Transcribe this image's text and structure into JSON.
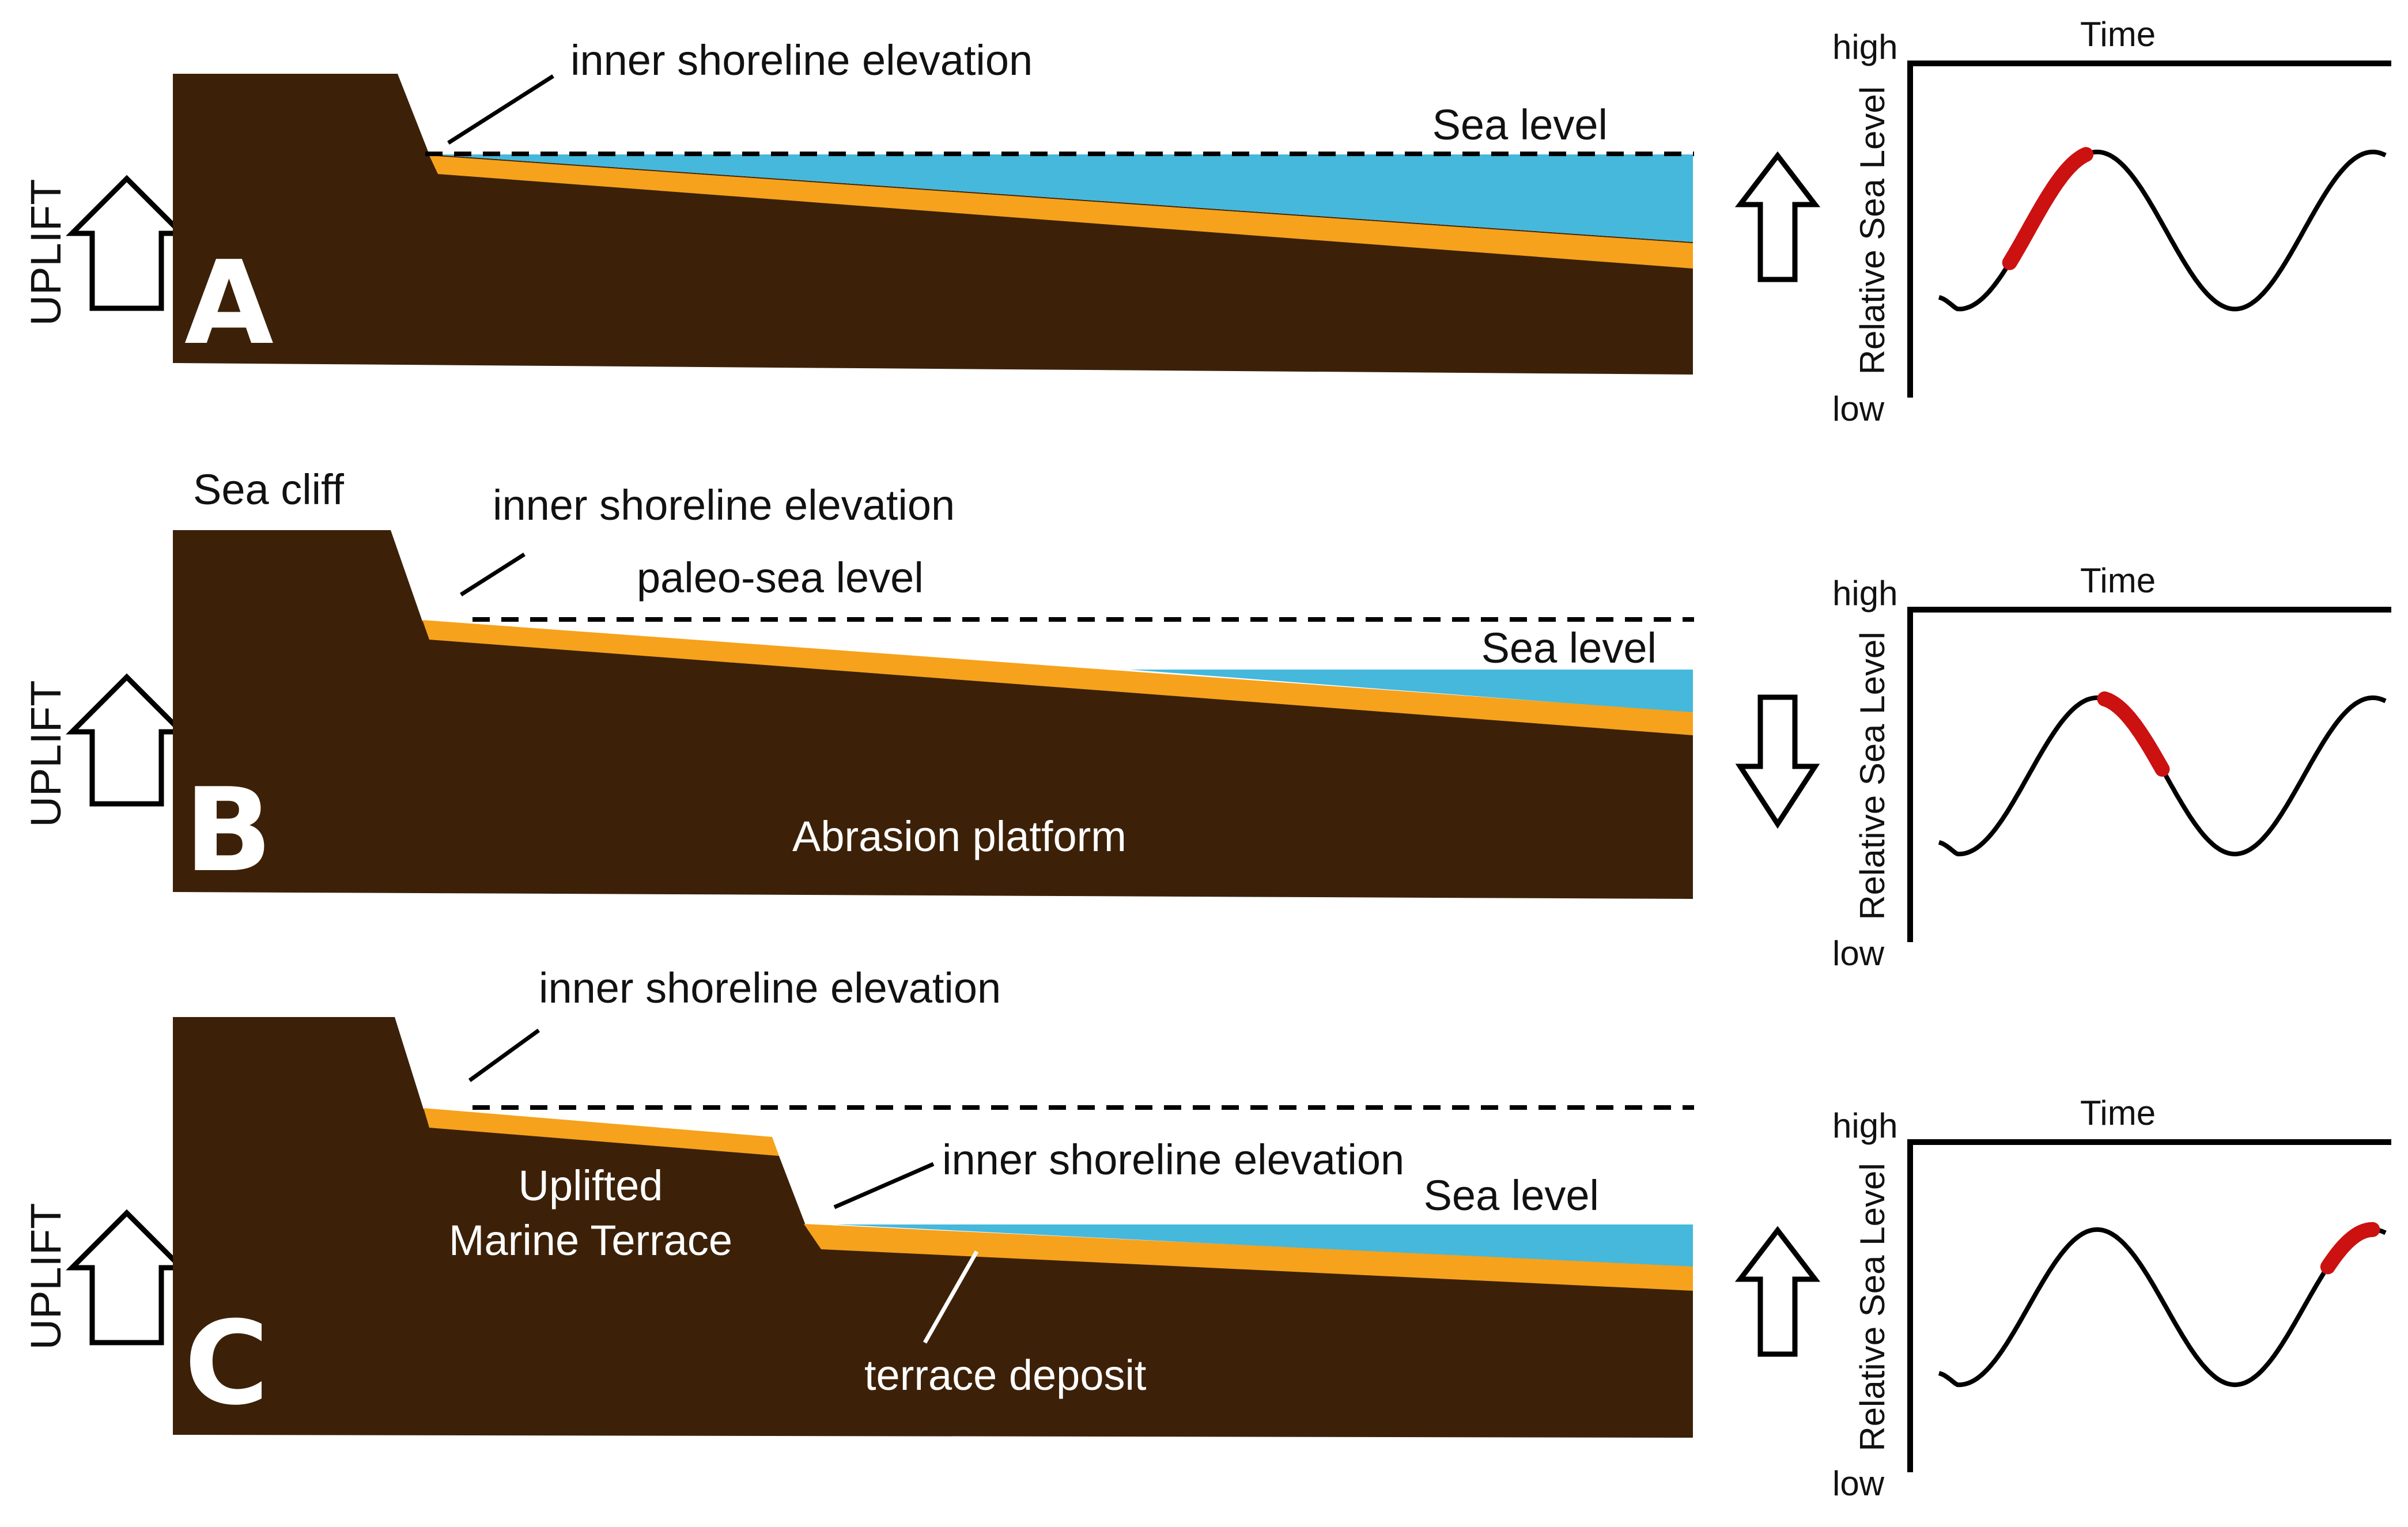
{
  "colors": {
    "rock": "#3c2108",
    "terrace": "#f6a21c",
    "water": "#45b8dc",
    "curve": "#000000",
    "highlight": "#cc1111"
  },
  "icons": [
    "up-arrow-icon",
    "down-arrow-icon"
  ],
  "panels": [
    {
      "letter": "A",
      "uplift_label": "UPLIFT",
      "labels": {
        "inner_shoreline": "inner shoreline elevation",
        "sea_level": "Sea level"
      },
      "sea_level_direction": "up",
      "graph": {
        "x_label": "Time",
        "y_label": "Relative Sea Level",
        "y_high": "high",
        "y_low": "low"
      }
    },
    {
      "letter": "B",
      "uplift_label": "UPLIFT",
      "labels": {
        "sea_cliff": "Sea cliff",
        "inner_shoreline": "inner shoreline elevation",
        "paleo_sea_level": "paleo-sea level",
        "sea_level": "Sea level",
        "abrasion_platform": "Abrasion platform"
      },
      "sea_level_direction": "down",
      "graph": {
        "x_label": "Time",
        "y_label": "Relative Sea Level",
        "y_high": "high",
        "y_low": "low"
      }
    },
    {
      "letter": "C",
      "uplift_label": "UPLIFT",
      "labels": {
        "inner_shoreline_upper": "inner shoreline elevation",
        "inner_shoreline_lower": "inner shoreline elevation",
        "sea_level": "Sea level",
        "uplifted_line1": "Uplifted",
        "uplifted_line2": "Marine Terrace",
        "terrace_deposit": "terrace deposit"
      },
      "sea_level_direction": "up",
      "graph": {
        "x_label": "Time",
        "y_label": "Relative Sea Level",
        "y_high": "high",
        "y_low": "low"
      }
    }
  ]
}
